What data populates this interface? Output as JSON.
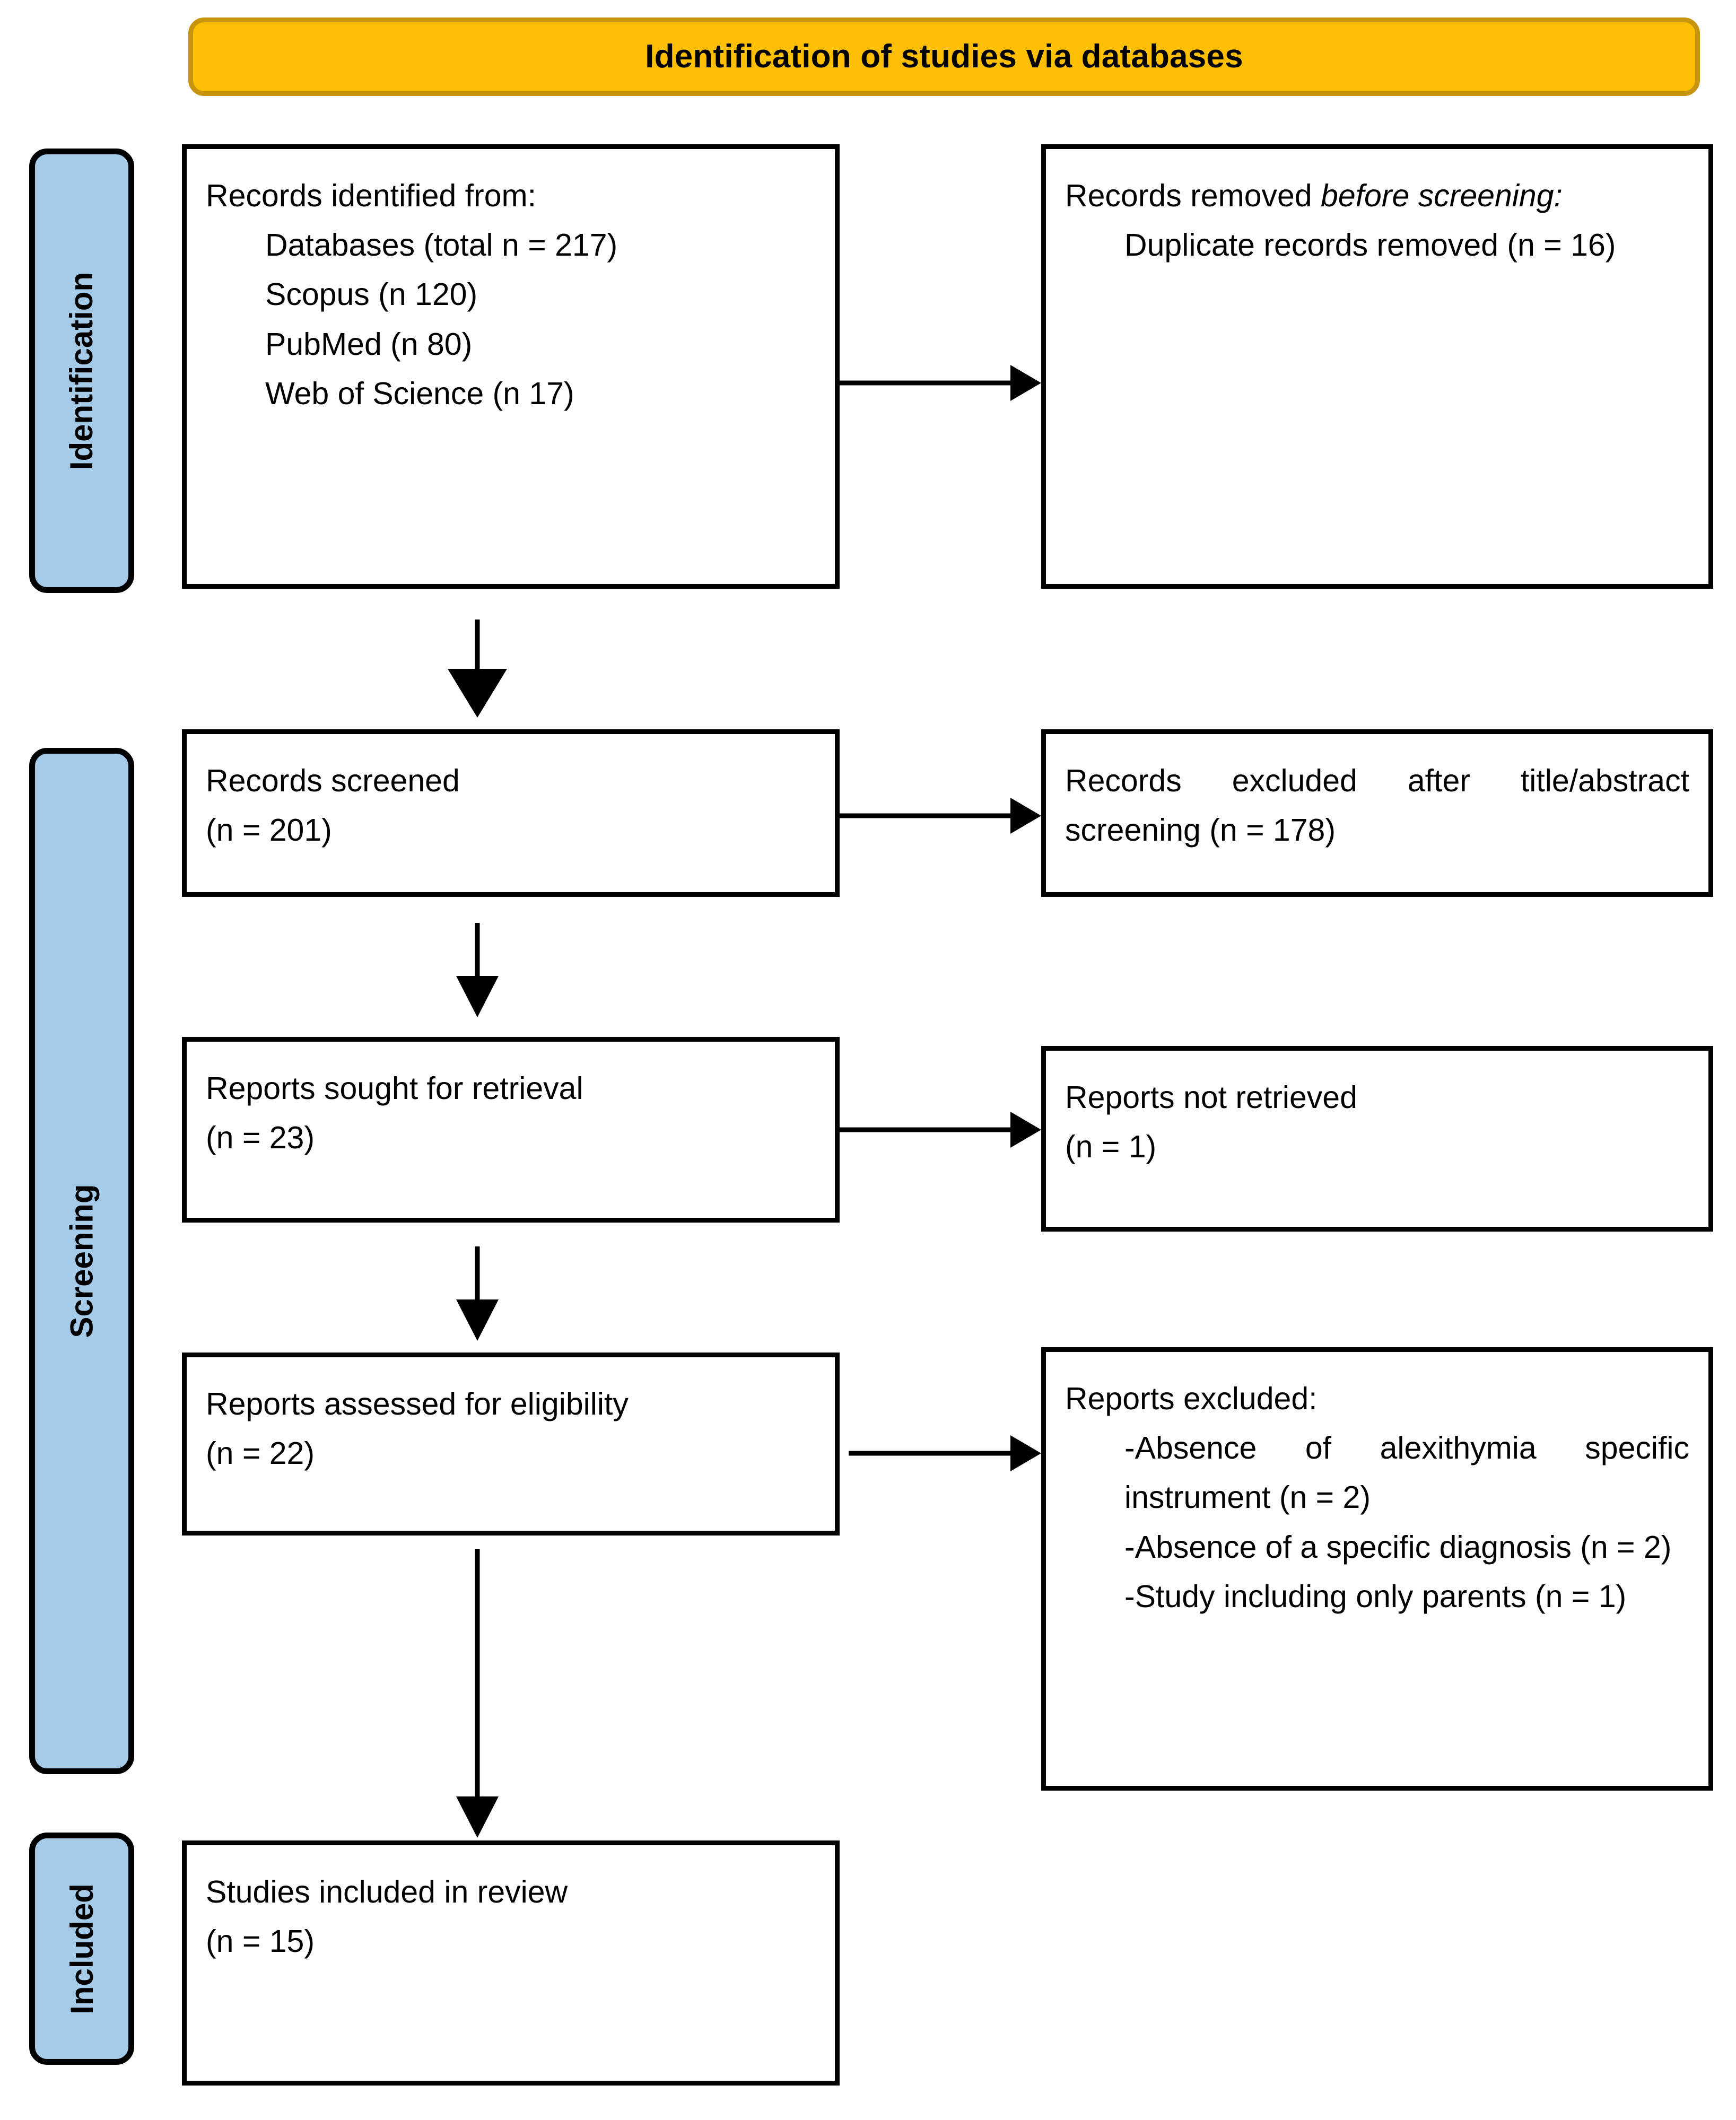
{
  "diagram": {
    "title": "Identification of studies via databases",
    "type": "PRISMA flow diagram"
  },
  "header": {
    "label": "Identification of studies via databases",
    "fill_color": "#FCBF03",
    "border_color": "#C79410"
  },
  "stages": [
    {
      "key": "identification",
      "label": "Identification",
      "fill_color": "#A6CBE9"
    },
    {
      "key": "screening",
      "label": "Screening",
      "fill_color": "#A6CBE9"
    },
    {
      "key": "included",
      "label": "Included",
      "fill_color": "#A6CBE9"
    }
  ],
  "boxes": {
    "identified": {
      "heading": "Records identified from:",
      "items": [
        "Databases (total n = 217)",
        "Scopus (n 120)",
        "PubMed (n 80)",
        "Web of Science (n 17)"
      ]
    },
    "removed_before_screening": {
      "heading_plain": "Records removed ",
      "heading_italic": "before screening",
      "heading_suffix": ":",
      "items": [
        "Duplicate records removed (n = 16)"
      ]
    },
    "records_screened": {
      "line1": "Records screened",
      "line2": "(n = 201)"
    },
    "records_excluded": {
      "text": "Records excluded after title/abstract screening (n = 178)"
    },
    "reports_sought": {
      "line1": "Reports sought for retrieval",
      "line2": "(n = 23)"
    },
    "reports_not_retrieved": {
      "line1": "Reports not retrieved",
      "line2": "(n = 1)"
    },
    "reports_assessed": {
      "line1": "Reports assessed for eligibility",
      "line2": "(n = 22)"
    },
    "reports_excluded": {
      "heading": "Reports excluded:",
      "items": [
        "-Absence of alexithymia specific instrument (n = 2)",
        "-Absence of a specific diagnosis (n = 2)",
        "-Study including only parents (n = 1)"
      ]
    },
    "studies_included": {
      "line1": "Studies included in review",
      "line2": "(n = 15)"
    }
  },
  "counts": {
    "databases_total": 217,
    "scopus": 120,
    "pubmed": 80,
    "web_of_science": 17,
    "duplicates_removed": 16,
    "records_screened": 201,
    "records_excluded_title_abstract": 178,
    "reports_sought": 23,
    "reports_not_retrieved": 1,
    "reports_assessed": 22,
    "excluded_no_alexithymia_instrument": 2,
    "excluded_no_specific_diagnosis": 2,
    "excluded_only_parents": 1,
    "studies_included": 15
  }
}
